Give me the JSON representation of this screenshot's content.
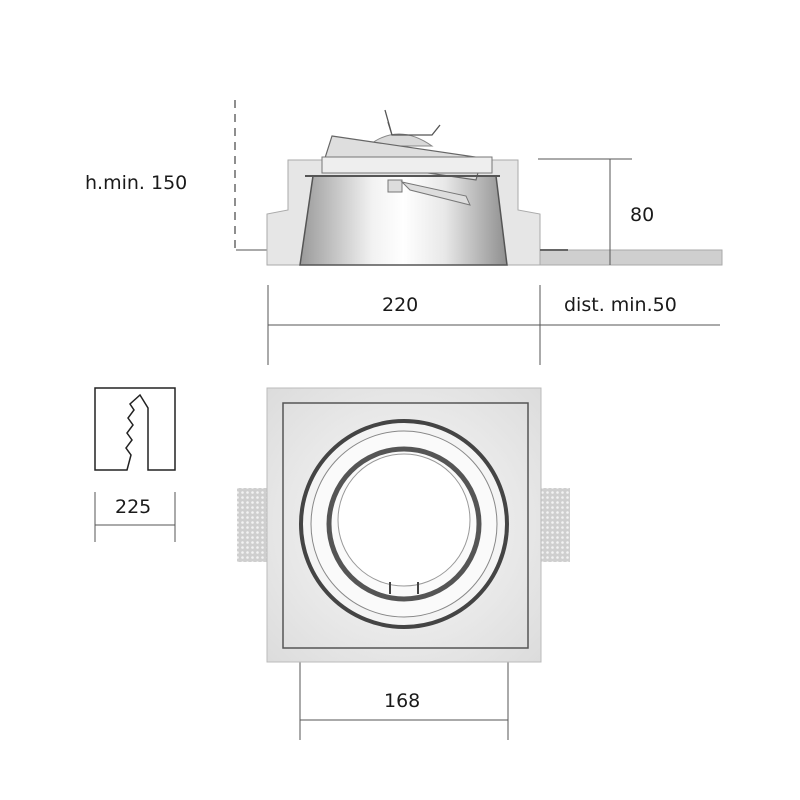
{
  "labels": {
    "h_min": "h.min. 150",
    "height": "80",
    "width": "220",
    "dist_min": "dist. min.50",
    "profile_width": "225",
    "inner_width": "168"
  },
  "colors": {
    "line": "#333333",
    "plaster": "#e4e4e4",
    "metal": "#bdbdbd"
  }
}
